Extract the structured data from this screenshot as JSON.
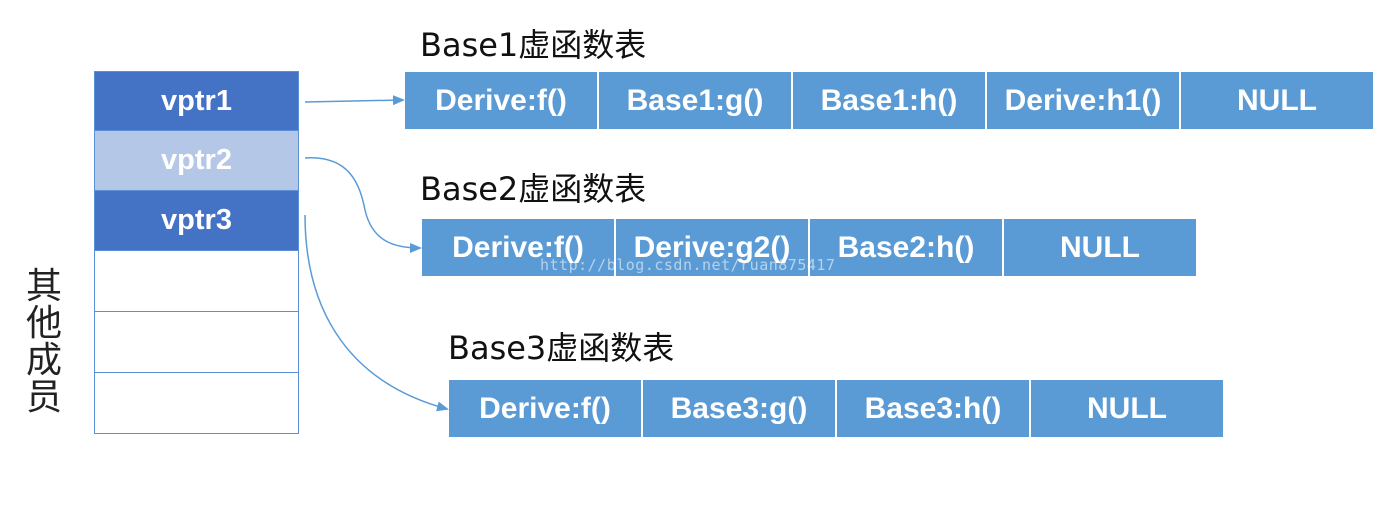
{
  "object_layout": {
    "slots": [
      {
        "label": "vptr1",
        "style": "dark"
      },
      {
        "label": "vptr2",
        "style": "light"
      },
      {
        "label": "vptr3",
        "style": "dark"
      },
      {
        "label": "",
        "style": "empty"
      },
      {
        "label": "",
        "style": "empty"
      },
      {
        "label": "",
        "style": "empty"
      }
    ],
    "other_members_label": "其他成员"
  },
  "tables": [
    {
      "title": "Base1虚函数表",
      "entries": [
        "Derive:f()",
        "Base1:g()",
        "Base1:h()",
        "Derive:h1()",
        "NULL"
      ]
    },
    {
      "title": "Base2虚函数表",
      "entries": [
        "Derive:f()",
        "Derive:g2()",
        "Base2:h()",
        "NULL"
      ]
    },
    {
      "title": "Base3虚函数表",
      "entries": [
        "Derive:f()",
        "Base3:g()",
        "Base3:h()",
        "NULL"
      ]
    }
  ],
  "watermark": "http://blog.csdn.net/ruan875417",
  "colors": {
    "vptr_dark": "#4472c4",
    "vptr_light": "#b4c7e7",
    "table_cell": "#5b9bd5",
    "arrow": "#5b9bd5"
  }
}
